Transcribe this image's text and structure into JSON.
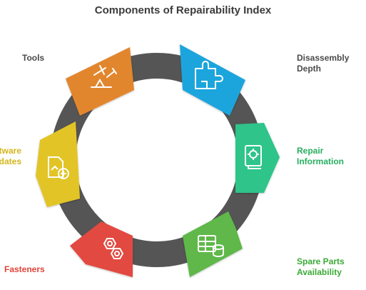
{
  "title": "Components of Repairability Index",
  "components": [
    {
      "id": "tools",
      "label": [
        "Tools"
      ],
      "color": "#e2862f",
      "icon": "tools-icon"
    },
    {
      "id": "disassembly-depth",
      "label": [
        "Disassembly",
        "Depth"
      ],
      "color": "#1ea5dc",
      "icon": "puzzle-icon"
    },
    {
      "id": "repair-information",
      "label": [
        "Repair",
        "Information"
      ],
      "color": "#2ec48a",
      "icon": "manual-gear-icon"
    },
    {
      "id": "spare-parts",
      "label": [
        "Spare Parts",
        "Availability"
      ],
      "color": "#5fb84a",
      "icon": "parts-database-icon"
    },
    {
      "id": "fasteners",
      "label": [
        "Fasteners"
      ],
      "color": "#e24a40",
      "icon": "nuts-icon"
    },
    {
      "id": "software-updates",
      "label": [
        "Software",
        "Updates"
      ],
      "color": "#e2c428",
      "icon": "file-add-icon"
    }
  ],
  "ring_color": "#555555"
}
